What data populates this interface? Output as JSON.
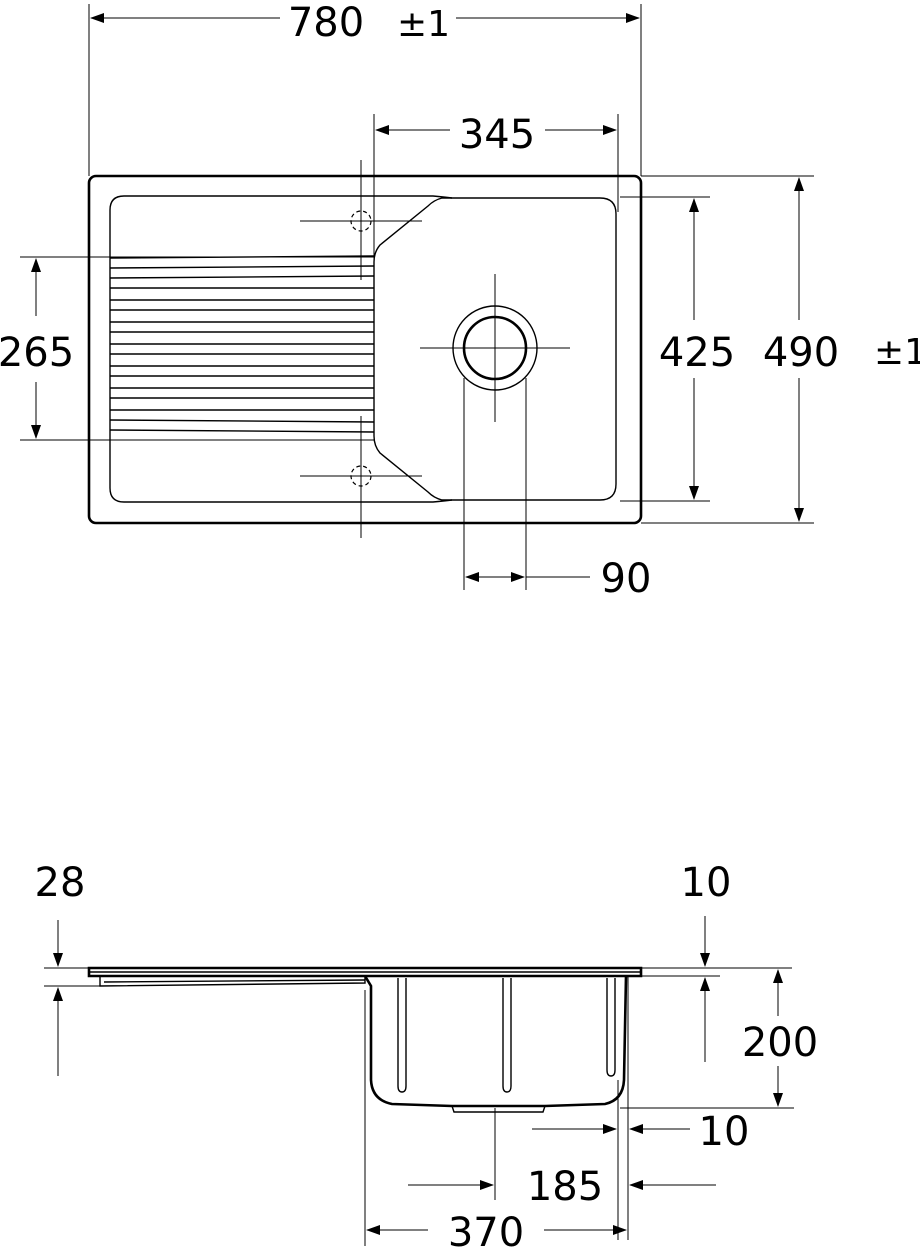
{
  "dimensions": {
    "overall_length": "780",
    "overall_length_tolerance": "±1",
    "bowl_length": "345",
    "bowl_width": "425",
    "overall_width": "490",
    "overall_width_tolerance": "±1",
    "drainer_width": "265",
    "waste_diameter": "90",
    "rim_thickness": "28",
    "rim_edge": "10",
    "bowl_depth": "200",
    "bowl_offset": "10",
    "waste_offset": "185",
    "bowl_outer_length": "370"
  }
}
